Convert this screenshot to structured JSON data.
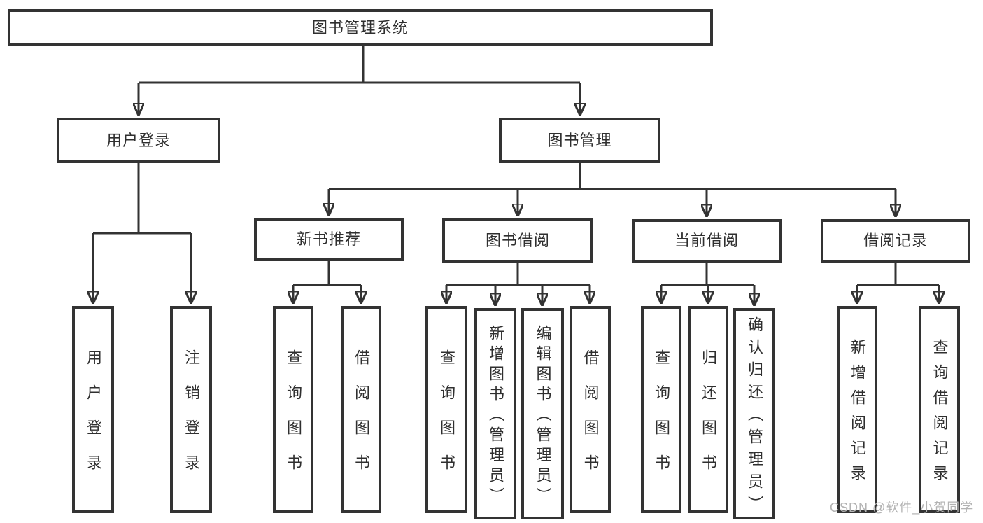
{
  "diagram": {
    "kind": "hierarchy-tree",
    "colors": {
      "line": "#333333",
      "box_border": "#333333",
      "box_bg": "#ffffff",
      "text": "#2f2f2f",
      "watermark": "#b3b3b3"
    },
    "watermark": "CSDN @软件_小贺同学"
  },
  "nodes": {
    "root": "图书管理系统",
    "user_login": "用户登录",
    "book_mgmt": "图书管理",
    "new_book_rec": "新书推荐",
    "book_borrowing": "图书借阅",
    "current_borrowing": "当前借阅",
    "borrowing_records": "借阅记录",
    "leaf_user_login": "用户登录",
    "leaf_logout": "注销登录",
    "leaf_rec_query_books": "查询图书",
    "leaf_rec_borrow_books": "借阅图书",
    "leaf_bb_query_books": "查询图书",
    "leaf_bb_add_books": "新增图书（管理员）",
    "leaf_bb_edit_books": "编辑图书（管理员）",
    "leaf_bb_borrow_books": "借阅图书",
    "leaf_cb_query_books": "查询图书",
    "leaf_cb_return_books": "归还图书",
    "leaf_cb_confirm_return": "确认归还（管理员）",
    "leaf_br_add_record": "新增借阅记录",
    "leaf_br_query_record": "查询借阅记录"
  }
}
